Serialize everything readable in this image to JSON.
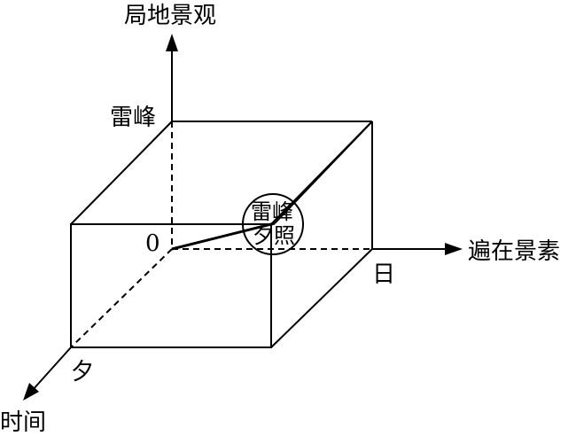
{
  "axes": {
    "vertical": "局地景观",
    "horizontal": "遍在景素",
    "depth": "时间"
  },
  "axis_marks": {
    "origin": "0",
    "vertical_mark": "雷峰",
    "horizontal_mark": "日",
    "depth_mark": "夕"
  },
  "point": {
    "top_text": "雷峰",
    "bottom_text": "夕照"
  }
}
